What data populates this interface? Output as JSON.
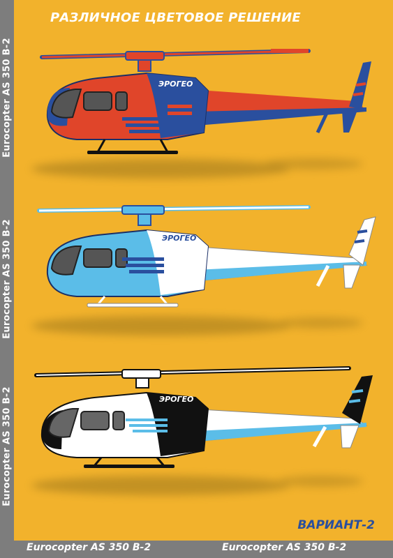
{
  "title": "РАЗЛИЧНОЕ ЦВЕТОВОЕ РЕШЕНИЕ",
  "model_label": "Eurocopter AS 350 B-2",
  "side_labels": [
    "Eurocopter AS 350 B-2",
    "Eurocopter AS 350 B-2",
    "Eurocopter AS 350 B-2"
  ],
  "bottom_labels": [
    "Eurocopter AS 350 B-2",
    "Eurocopter AS 350 B-2"
  ],
  "variant": "ВАРИАНТ-2",
  "logo_text": "ЭРОГЕО",
  "colors": {
    "background": "#f2b22c",
    "strip": "#7d7d7d",
    "red": "#e0452a",
    "blue": "#2a4f9e",
    "light_blue": "#5bbde8",
    "white": "#ffffff",
    "black": "#111111"
  },
  "helicopters": [
    {
      "scheme": "red-blue"
    },
    {
      "scheme": "light-blue-white"
    },
    {
      "scheme": "black-white"
    }
  ]
}
